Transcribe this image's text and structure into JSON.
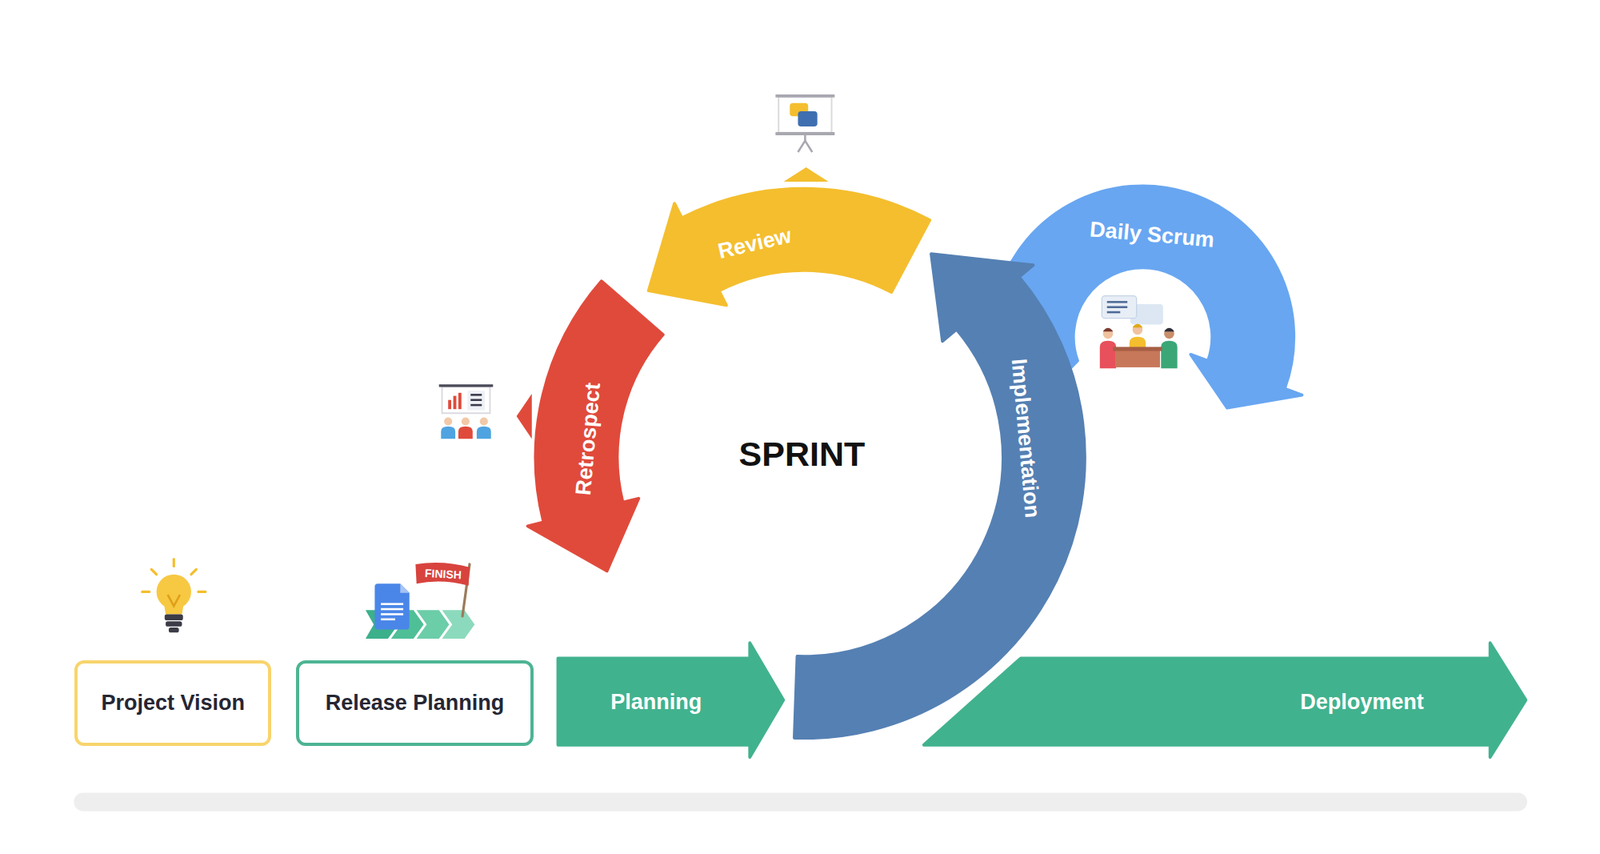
{
  "diagram": {
    "nodes": [
      {
        "text": [
          "Project Vision"
        ]
      },
      {
        "text": [
          "Release Planning"
        ]
      },
      {
        "text": [
          "Planning"
        ]
      },
      {
        "text": [
          "Implementation"
        ]
      },
      {
        "text": [
          "Daily Scrum"
        ]
      },
      {
        "text": [
          "Review"
        ]
      },
      {
        "text": [
          "Retrospect"
        ]
      },
      {
        "text": [
          "Deployment"
        ]
      }
    ],
    "labels": [
      "SPRINT",
      "FINISH"
    ]
  }
}
